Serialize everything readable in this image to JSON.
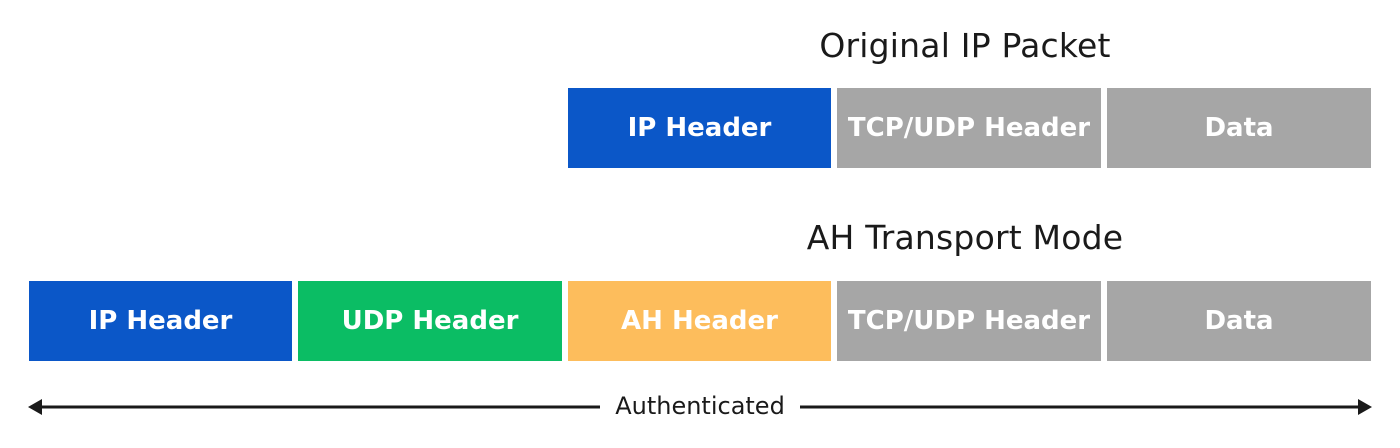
{
  "packets": {
    "original": {
      "title": "Original IP Packet",
      "blocks": [
        {
          "label": "IP Header",
          "color": "#0b57c8"
        },
        {
          "label": "TCP/UDP Header",
          "color": "#a6a6a6"
        },
        {
          "label": "Data",
          "color": "#a6a6a6"
        }
      ]
    },
    "ah_transport": {
      "title": "AH Transport Mode",
      "blocks": [
        {
          "label": "IP Header",
          "color": "#0b57c8"
        },
        {
          "label": "UDP Header",
          "color": "#0bbd64"
        },
        {
          "label": "AH Header",
          "color": "#fdbd5c"
        },
        {
          "label": "TCP/UDP Header",
          "color": "#a6a6a6"
        },
        {
          "label": "Data",
          "color": "#a6a6a6"
        }
      ]
    }
  },
  "authenticated": {
    "label": "Authenticated",
    "color": "#1a1a1a"
  }
}
